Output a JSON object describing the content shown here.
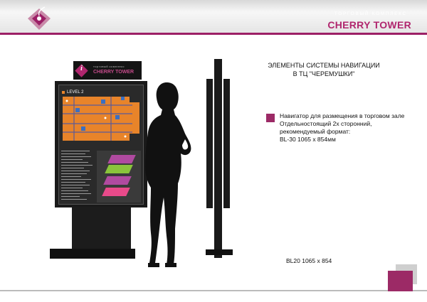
{
  "header": {
    "brand_sub": "ТОРГОВЫЙ КОМПЛЕКС",
    "brand_name": "CHERRY TOWER",
    "accent": "#9c1f66"
  },
  "document": {
    "title_line1": "ЭЛЕМЕНТЫ СИСТЕМЫ НАВИГАЦИИ",
    "title_line2": "В ТЦ \"ЧЕРЕМУШКИ\"",
    "description": {
      "line1": "Навигатор для размещения в торговом зале",
      "line2": "Отдельностоящий 2х сторонний,",
      "line3": "рекомендуемый формат:",
      "line4": "BL-30 1065 x 854мм"
    },
    "caption": "BL20 1065 x 854"
  },
  "kiosk": {
    "brand_sub": "торговый комплекс",
    "brand_name": "CHERRY TOWER",
    "logo_letter": "i",
    "level_label": "LEVEL 2",
    "floor_colors": [
      "#e8842a",
      "#8ac43b",
      "#b04aa0",
      "#e84a8a"
    ]
  }
}
